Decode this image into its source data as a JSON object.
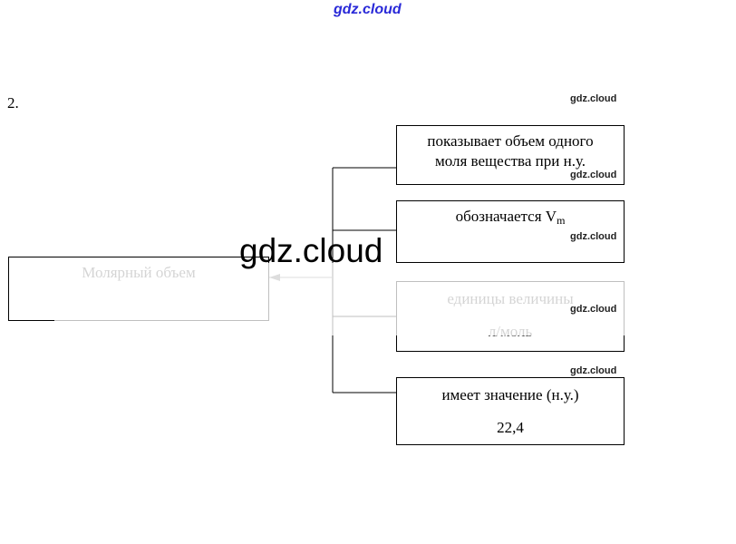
{
  "watermark_top": "gdz.cloud",
  "watermark_big": "gdz.cloud",
  "watermark_small": "gdz.cloud",
  "task_number": "2.",
  "main": {
    "label": "Молярный объем"
  },
  "properties": [
    {
      "line1": "показывает объем одного",
      "line2": "моля вещества при н.у."
    },
    {
      "line1": "обозначается V",
      "sub": "m"
    },
    {
      "line1": "единицы величины",
      "line2": "л/моль"
    },
    {
      "line1": "имеет значение (н.у.)",
      "line2": "22,4"
    }
  ]
}
